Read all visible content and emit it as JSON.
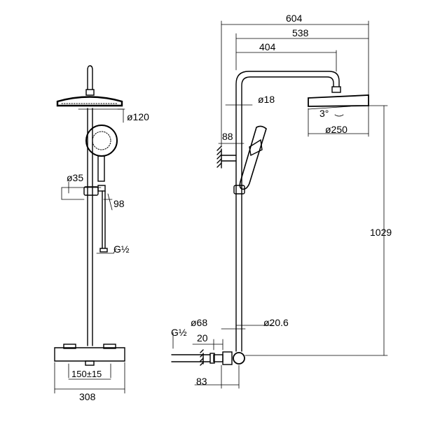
{
  "dimensions": {
    "front": {
      "head_diameter": "ø120",
      "bar_diameter": "ø35",
      "bracket_height": "98",
      "hose_thread": "G½",
      "inlet_spacing": "150±15",
      "overall_width": "308"
    },
    "side": {
      "overall_projection": "604",
      "arm_projection": "538",
      "arm_length": "404",
      "arm_diameter": "ø18",
      "head_tilt": "3°",
      "head_diameter": "ø250",
      "holder_projection": "88",
      "overall_height": "1029",
      "escutcheon_diameter": "ø68",
      "pipe_diameter": "ø20.6",
      "inlet_thread": "G½",
      "inlet_offset": "20",
      "wall_to_mixer": "83"
    }
  },
  "colors": {
    "line": "#000000",
    "background": "#ffffff"
  }
}
